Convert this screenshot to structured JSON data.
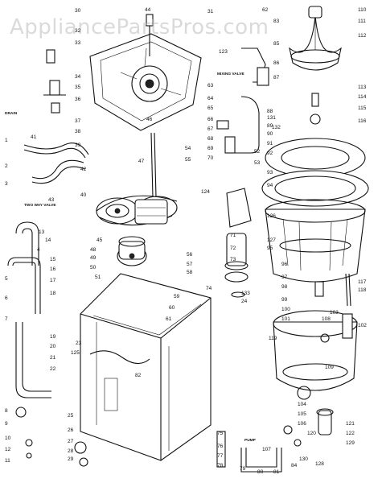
{
  "watermark": "AppliancePartsPros.com",
  "notes": {
    "drain": "DRAIN",
    "mixing_valve": "MIXING VALVE",
    "two_way_valve": "TWO WAY VALVE",
    "pump": "PUMP"
  },
  "part_labels": [
    "1",
    "2",
    "3",
    "4",
    "5",
    "6",
    "7",
    "8",
    "9",
    "10",
    "11",
    "12",
    "13",
    "14",
    "15",
    "16",
    "17",
    "18",
    "19",
    "20",
    "21",
    "22",
    "23",
    "24",
    "25",
    "26",
    "27",
    "28",
    "29",
    "30",
    "31",
    "32",
    "33",
    "34",
    "35",
    "36",
    "37",
    "38",
    "39",
    "40",
    "41",
    "42",
    "43",
    "44",
    "45",
    "46",
    "47",
    "48",
    "49",
    "50",
    "51",
    "52",
    "53",
    "54",
    "55",
    "56",
    "57",
    "58",
    "59",
    "60",
    "61",
    "62",
    "63",
    "64",
    "65",
    "66",
    "67",
    "68",
    "69",
    "70",
    "71",
    "72",
    "73",
    "74",
    "75",
    "76",
    "77",
    "78",
    "79",
    "80",
    "81",
    "82",
    "83",
    "84",
    "85",
    "86",
    "87",
    "88",
    "89",
    "90",
    "91",
    "92",
    "93",
    "94",
    "95",
    "96",
    "97",
    "98",
    "99",
    "100",
    "101",
    "102",
    "103",
    "104",
    "105",
    "106",
    "107",
    "108",
    "109",
    "110",
    "111",
    "112",
    "113",
    "114",
    "115",
    "116",
    "117",
    "118",
    "119",
    "120",
    "121",
    "122",
    "123",
    "124",
    "125",
    "126",
    "127",
    "128",
    "129",
    "130",
    "131",
    "132",
    "133"
  ]
}
